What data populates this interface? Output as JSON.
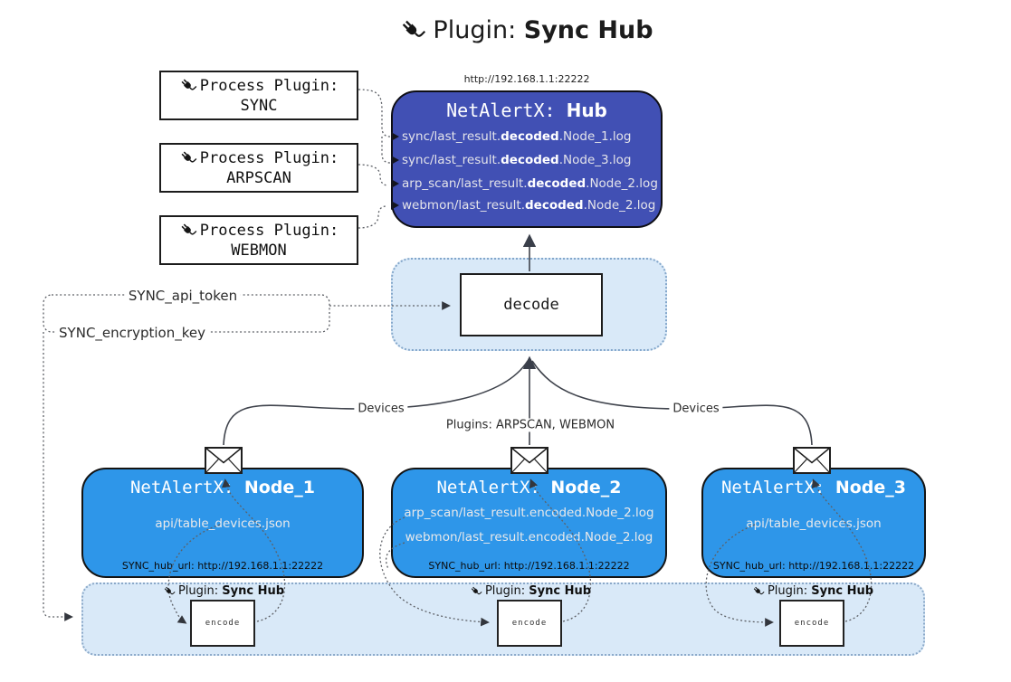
{
  "title": {
    "prefix": "Plugin: ",
    "bold": "Sync Hub"
  },
  "process_plugins": [
    {
      "label": "Process Plugin:",
      "name": "SYNC"
    },
    {
      "label": "Process Plugin:",
      "name": "ARPSCAN"
    },
    {
      "label": "Process Plugin:",
      "name": "WEBMON"
    }
  ],
  "hub": {
    "url": "http://192.168.1.1:22222",
    "title_prefix": "NetAlertX: ",
    "title_bold": "Hub",
    "lines": [
      {
        "prefix": "sync/last_result.",
        "bold": "decoded",
        "suffix": ".Node_1.log"
      },
      {
        "prefix": "sync/last_result.",
        "bold": "decoded",
        "suffix": ".Node_3.log"
      },
      {
        "prefix": "arp_scan/last_result.",
        "bold": "decoded",
        "suffix": ".Node_2.log"
      },
      {
        "prefix": "webmon/last_result.",
        "bold": "decoded",
        "suffix": ".Node_2.log"
      }
    ]
  },
  "decode": {
    "label": "decode"
  },
  "tokens": {
    "api_token": "SYNC_api_token",
    "encryption_key": "SYNC_encryption_key"
  },
  "edges": {
    "devices_left": "Devices",
    "devices_right": "Devices",
    "plugins_mid": "Plugins: ARPSCAN, WEBMON"
  },
  "nodes": [
    {
      "title_prefix": "NetAlertX: ",
      "title_bold": "Node_1",
      "files": [
        "api/table_devices.json"
      ],
      "hub_url": "SYNC_hub_url: http://192.168.1.1:22222"
    },
    {
      "title_prefix": "NetAlertX: ",
      "title_bold": "Node_2",
      "files": [
        "arp_scan/last_result.encoded.Node_2.log",
        "webmon/last_result.encoded.Node_2.log"
      ],
      "hub_url": "SYNC_hub_url: http://192.168.1.1:22222"
    },
    {
      "title_prefix": "NetAlertX: ",
      "title_bold": "Node_3",
      "files": [
        "api/table_devices.json"
      ],
      "hub_url": "SYNC_hub_url: http://192.168.1.1:22222"
    }
  ],
  "band": {
    "plugin_prefix": "Plugin: ",
    "plugin_bold": "Sync Hub",
    "encode_label": "encode"
  },
  "colors": {
    "hub_bg": "#4150b4",
    "node_bg": "#2e96e9",
    "container_bg": "#d9e9f8"
  }
}
